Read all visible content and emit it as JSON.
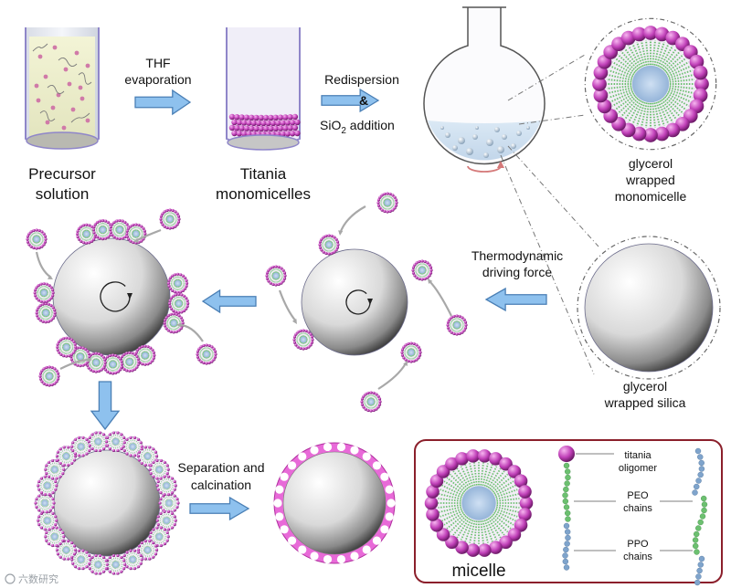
{
  "labels": {
    "precursor_1": "Precursor",
    "precursor_2": "solution",
    "titania_1": "Titania",
    "titania_2": "monomicelles",
    "thf_1": "THF",
    "thf_2": "evaporation",
    "redisp_1": "Redispersion",
    "redisp_2": "&",
    "sio2_pre": "SiO",
    "sio2_sub": "2",
    "sio2_post": " addition",
    "gwm_1": "glycerol",
    "gwm_2": "wrapped",
    "gwm_3": "monomicelle",
    "thermo_1": "Thermodynamic",
    "thermo_2": "driving force",
    "gws_1": "glycerol",
    "gws_2": "wrapped silica",
    "sep_1": "Separation and",
    "sep_2": "calcination",
    "legend_micelle": "micelle",
    "legend_titania_1": "titania",
    "legend_titania_2": "oligomer",
    "legend_peo_1": "PEO",
    "legend_peo_2": "chains",
    "legend_ppo_1": "PPO",
    "legend_ppo_2": "chains",
    "watermark": "六数研究"
  },
  "colors": {
    "arrow_fill": "#8ec1ee",
    "arrow_stroke": "#4a7fb5",
    "titania": "#c040b8",
    "peo": "#6cc070",
    "ppo": "#7fa4cc",
    "legend_border": "#8b1f2b",
    "ring_white": "#ffffff"
  }
}
